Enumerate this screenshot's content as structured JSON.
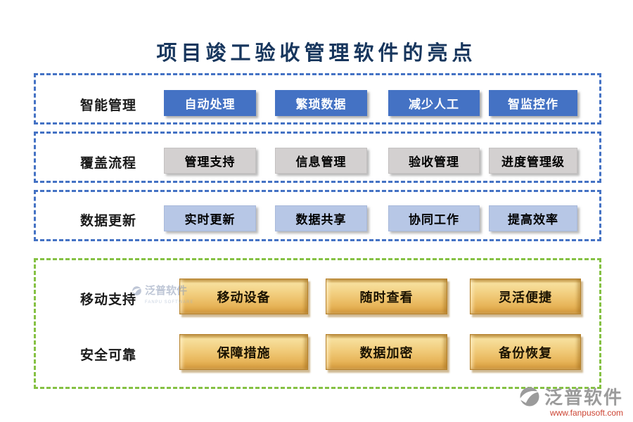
{
  "title": "项目竣工验收管理软件的亮点",
  "colors": {
    "title": "#17365d",
    "blue_dash_border": "#4472c4",
    "green_dash_border": "#85c143",
    "blue_button": "#4472c4",
    "gray_button": "#d3d0d0",
    "lavender_button": "#b7c7e6",
    "gold_button": "#e7b458"
  },
  "sections": [
    {
      "label": "智能管理",
      "style": "blue",
      "items": [
        "自动处理",
        "繁琐数据",
        "减少人工",
        "智监控作"
      ]
    },
    {
      "label": "覆盖流程",
      "style": "gray",
      "items": [
        "管理支持",
        "信息管理",
        "验收管理",
        "进度管理级"
      ]
    },
    {
      "label": "数据更新",
      "style": "lavender",
      "items": [
        "实时更新",
        "数据共享",
        "协同工作",
        "提高效率"
      ]
    }
  ],
  "green_group": {
    "rows": [
      {
        "label": "移动支持",
        "items": [
          "移动设备",
          "随时查看",
          "灵活便捷"
        ]
      },
      {
        "label": "安全可靠",
        "items": [
          "保障措施",
          "数据加密",
          "备份恢复"
        ]
      }
    ]
  },
  "watermark": {
    "brand": "泛普软件",
    "sub": "FANPU SOFTWARE"
  },
  "footer": {
    "brand": "泛普软件",
    "url": "www.fanpusoft.com"
  }
}
